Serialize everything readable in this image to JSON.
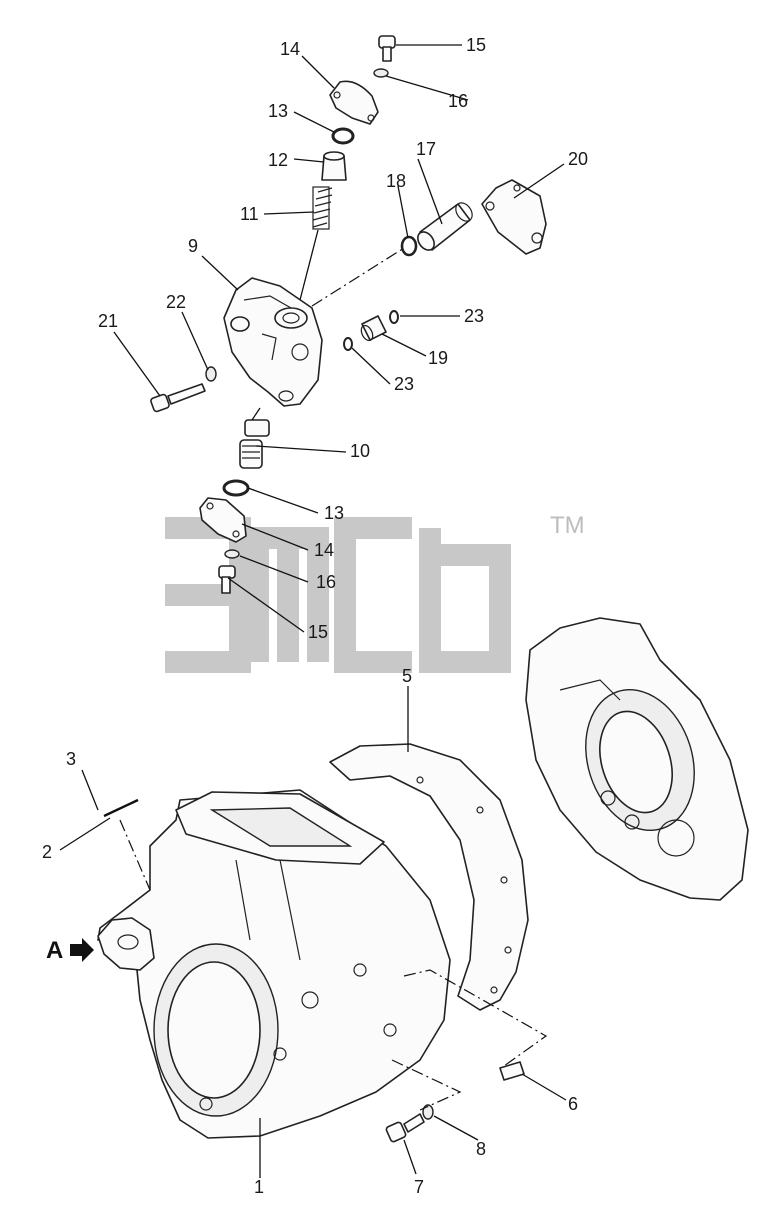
{
  "diagram": {
    "view_marker": "A",
    "watermark": {
      "trademark": "TM"
    },
    "callouts": [
      {
        "id": "c1",
        "text": "1"
      },
      {
        "id": "c2",
        "text": "2"
      },
      {
        "id": "c3",
        "text": "3"
      },
      {
        "id": "c5",
        "text": "5"
      },
      {
        "id": "c6",
        "text": "6"
      },
      {
        "id": "c7",
        "text": "7"
      },
      {
        "id": "c8",
        "text": "8"
      },
      {
        "id": "c9",
        "text": "9"
      },
      {
        "id": "c10",
        "text": "10"
      },
      {
        "id": "c11",
        "text": "11"
      },
      {
        "id": "c12",
        "text": "12"
      },
      {
        "id": "c13a",
        "text": "13"
      },
      {
        "id": "c13b",
        "text": "13"
      },
      {
        "id": "c14a",
        "text": "14"
      },
      {
        "id": "c14b",
        "text": "14"
      },
      {
        "id": "c15a",
        "text": "15"
      },
      {
        "id": "c15b",
        "text": "15"
      },
      {
        "id": "c16a",
        "text": "16"
      },
      {
        "id": "c16b",
        "text": "16"
      },
      {
        "id": "c17",
        "text": "17"
      },
      {
        "id": "c18",
        "text": "18"
      },
      {
        "id": "c19",
        "text": "19"
      },
      {
        "id": "c20",
        "text": "20"
      },
      {
        "id": "c21",
        "text": "21"
      },
      {
        "id": "c22",
        "text": "22"
      },
      {
        "id": "c23a",
        "text": "23"
      },
      {
        "id": "c23b",
        "text": "23"
      }
    ]
  }
}
